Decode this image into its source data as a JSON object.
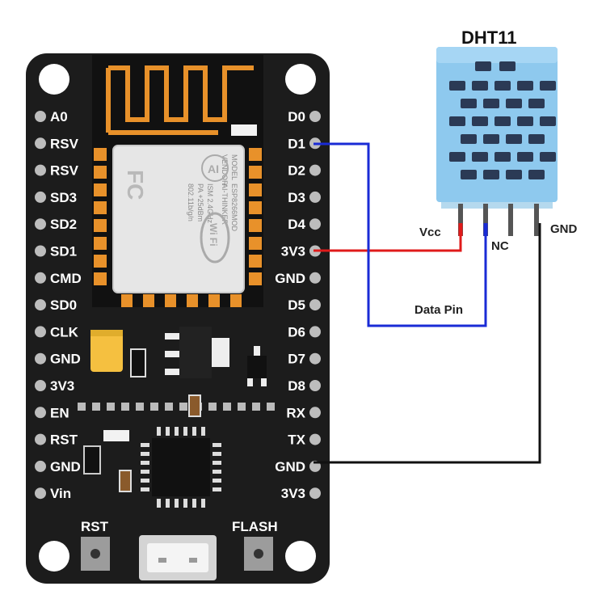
{
  "sensor": {
    "title": "DHT11",
    "pins": {
      "vcc": "Vcc",
      "nc": "NC",
      "gnd": "GND",
      "data": "Data Pin"
    }
  },
  "board": {
    "left_pins": [
      "A0",
      "RSV",
      "RSV",
      "SD3",
      "SD2",
      "SD1",
      "CMD",
      "SD0",
      "CLK",
      "GND",
      "3V3",
      "EN",
      "RST",
      "GND",
      "Vin"
    ],
    "right_pins": [
      "D0",
      "D1",
      "D2",
      "D3",
      "D4",
      "3V3",
      "GND",
      "D5",
      "D6",
      "D7",
      "D8",
      "RX",
      "TX",
      "GND",
      "3V3"
    ],
    "buttons": {
      "rst": "RST",
      "flash": "FLASH"
    },
    "module": {
      "text_lines": [
        "MODEL",
        "VENDOR",
        "ESP8266MOD",
        "AI-THINKER",
        "ISM 2.4GHz",
        "PA +25dBm",
        "802.11b/g/n"
      ],
      "wifi_logo": "Wi Fi",
      "fc_logo": "FC",
      "ai_logo": "AI"
    }
  },
  "colors": {
    "board": "#1c1c1c",
    "antenna": "#e8912a",
    "sensor_body": "#8ec9ee",
    "wire_vcc": "#e01a1a",
    "wire_data": "#1a2bd6",
    "wire_gnd": "#111111"
  }
}
